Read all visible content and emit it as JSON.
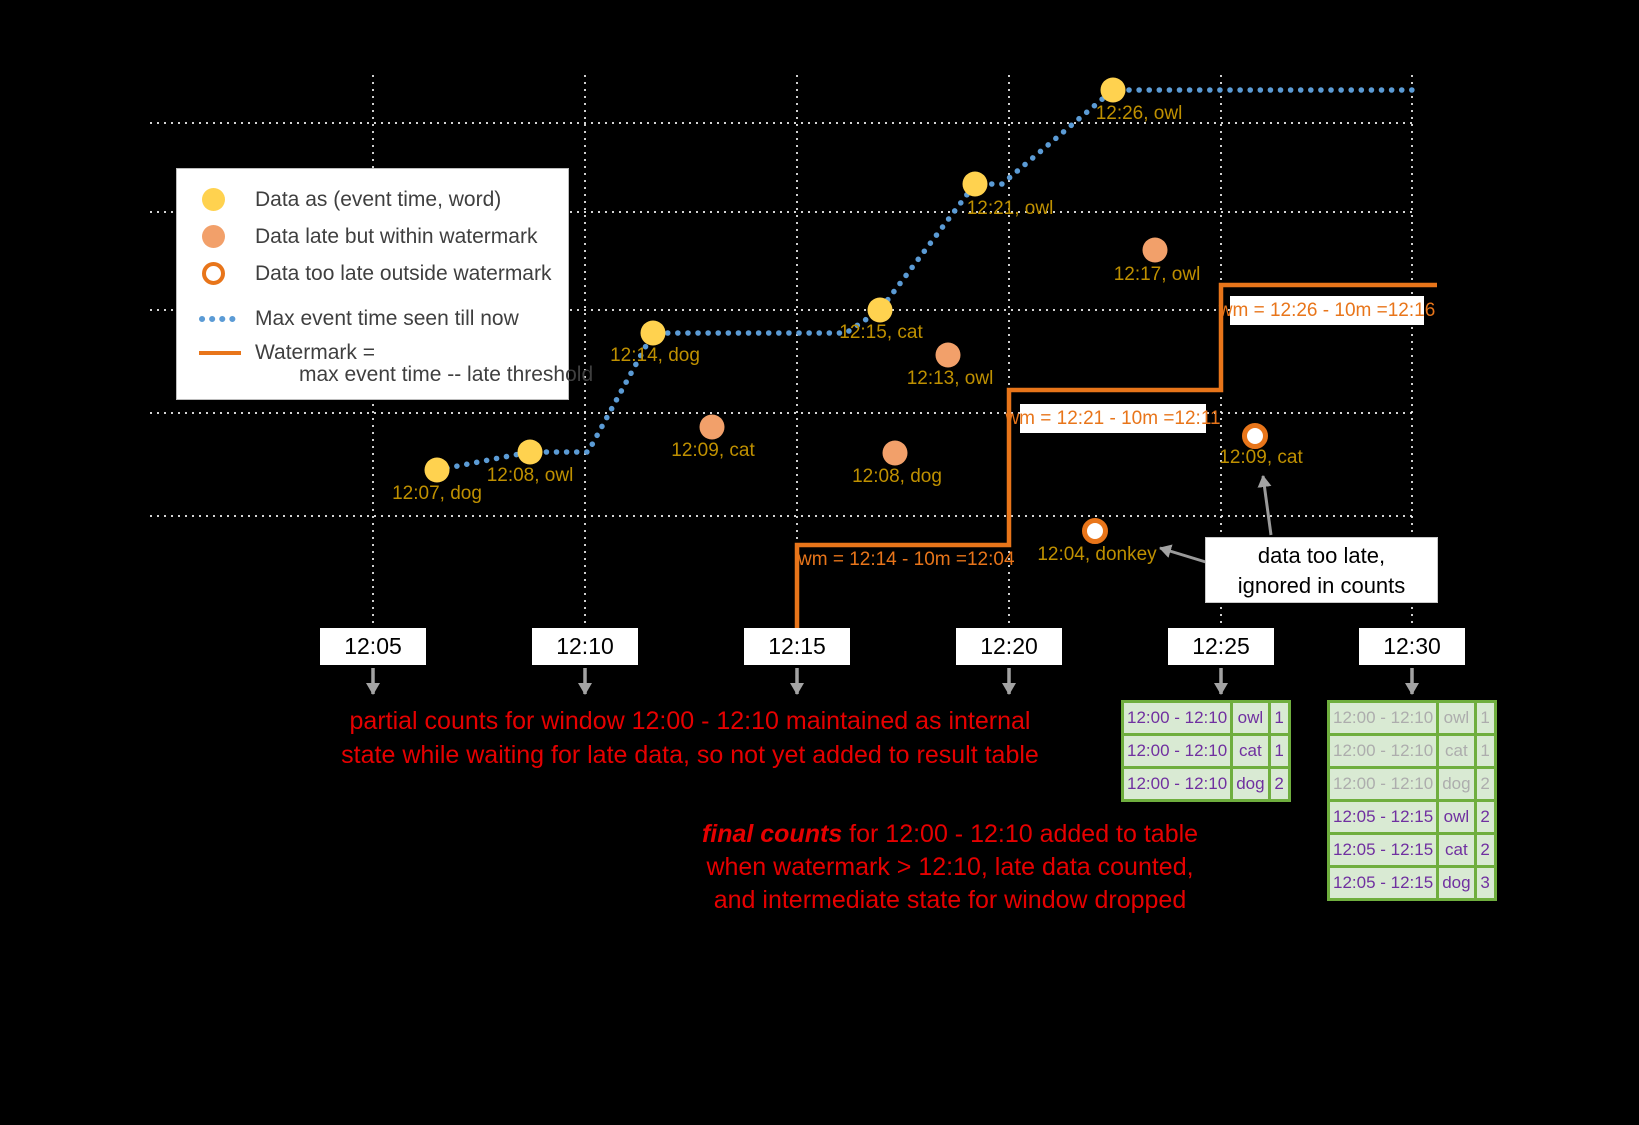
{
  "colors": {
    "background": "#000000",
    "on_time_point": "#FFD24F",
    "late_point": "#F2A06A",
    "too_late_ring": "#E8751A",
    "max_event_line": "#5B9BD5",
    "watermark_line": "#E8751A",
    "point_label": "#BF9000",
    "note_red": "#E60000",
    "table_border_green": "#6FAE3E",
    "table_bg_green": "#D9EAD3",
    "table_text_purple": "#7030A0"
  },
  "legend": {
    "items": [
      {
        "icon": "yellow-dot-icon",
        "label": "Data as (event time, word)"
      },
      {
        "icon": "salmon-dot-icon",
        "label": "Data late but within watermark"
      },
      {
        "icon": "hollow-dot-icon",
        "label": "Data too late outside watermark"
      },
      {
        "icon": "blue-dotted-line-icon",
        "label": "Max event time seen till now"
      },
      {
        "icon": "orange-line-icon",
        "label": "Watermark =",
        "label2": "max event time -- late threshold"
      }
    ]
  },
  "axis": {
    "ticks": [
      "12:05",
      "12:10",
      "12:15",
      "12:20",
      "12:25",
      "12:30"
    ]
  },
  "points": {
    "on_time": [
      {
        "label": "12:07, dog"
      },
      {
        "label": "12:08, owl"
      },
      {
        "label": "12:14, dog"
      },
      {
        "label": "12:15, cat"
      },
      {
        "label": "12:21, owl"
      },
      {
        "label": "12:26, owl"
      }
    ],
    "late": [
      {
        "label": "12:09, cat"
      },
      {
        "label": "12:08, dog"
      },
      {
        "label": "12:13, owl"
      },
      {
        "label": "12:17, owl"
      }
    ],
    "too_late": [
      {
        "label": "12:04, donkey"
      },
      {
        "label": "12:09, cat"
      }
    ]
  },
  "wm": [
    "wm = 12:14 - 10m =12:04",
    "wm = 12:21 - 10m =12:11",
    "wm = 12:26 - 10m =12:16"
  ],
  "notes": {
    "partial": {
      "line1": "partial counts for window 12:00 - 12:10 maintained as internal",
      "line2": "state while waiting for late data, so not yet added  to result table"
    },
    "final": {
      "em": "final counts",
      "line1_rest": " for 12:00 - 12:10 added to table",
      "line2": "when watermark > 12:10, late data counted,",
      "line3": "and intermediate state for window dropped"
    },
    "too_late": {
      "line1": "data too late,",
      "line2": "ignored in counts"
    }
  },
  "tables": {
    "t25": {
      "rows": [
        {
          "window": "12:00 - 12:10",
          "word": "owl",
          "count": "1"
        },
        {
          "window": "12:00 - 12:10",
          "word": "cat",
          "count": "1"
        },
        {
          "window": "12:00 - 12:10",
          "word": "dog",
          "count": "2"
        }
      ]
    },
    "t30": {
      "rows": [
        {
          "window": "12:00 - 12:10",
          "word": "owl",
          "count": "1"
        },
        {
          "window": "12:00 - 12:10",
          "word": "cat",
          "count": "1"
        },
        {
          "window": "12:00 - 12:10",
          "word": "dog",
          "count": "2"
        },
        {
          "window": "12:05 - 12:15",
          "word": "owl",
          "count": "2"
        },
        {
          "window": "12:05 - 12:15",
          "word": "cat",
          "count": "2"
        },
        {
          "window": "12:05 - 12:15",
          "word": "dog",
          "count": "3"
        }
      ]
    }
  }
}
